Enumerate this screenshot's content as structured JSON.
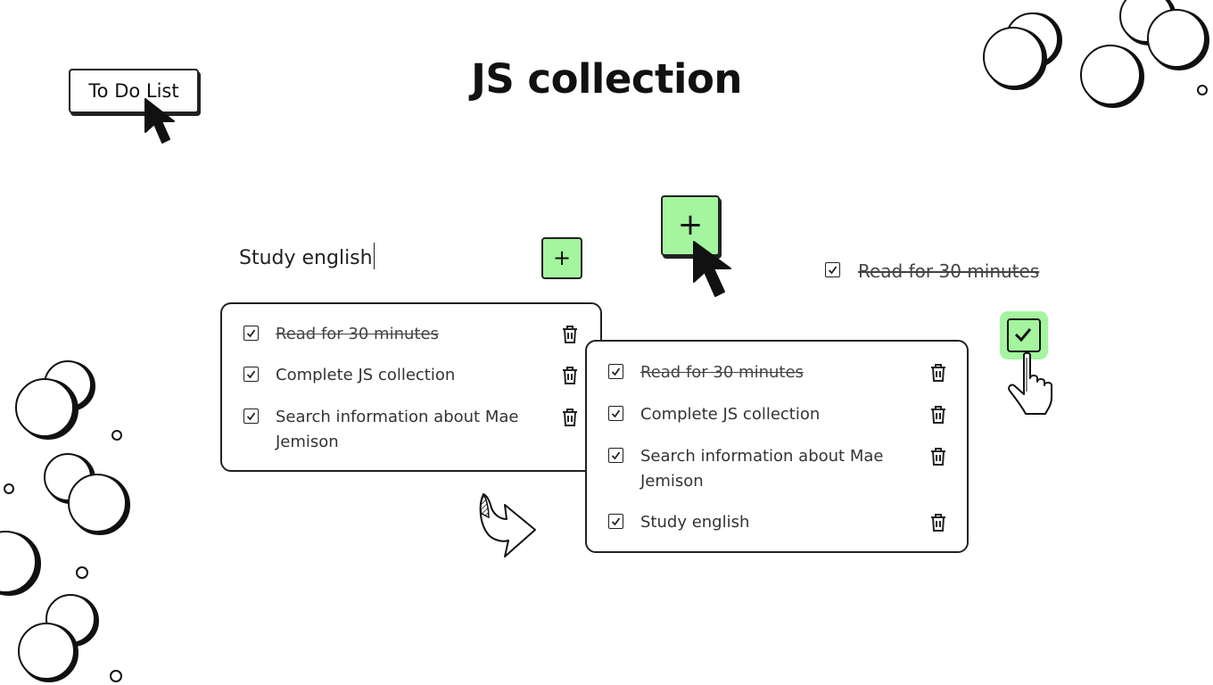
{
  "header": {
    "title": "JS collection",
    "tag_label": "To Do List"
  },
  "input": {
    "value": "Study english",
    "add_label": "+"
  },
  "big_add": {
    "label": "+"
  },
  "standalone_item": {
    "label": "Read for 30 minutes",
    "done": true
  },
  "list_before": {
    "items": [
      {
        "label": "Read for 30 minutes",
        "done": true
      },
      {
        "label": "Complete JS collection",
        "done": false
      },
      {
        "label": "Search information about Mae Jemison",
        "done": false
      }
    ]
  },
  "list_after": {
    "items": [
      {
        "label": "Read for 30 minutes",
        "done": true
      },
      {
        "label": "Complete JS collection",
        "done": false
      },
      {
        "label": "Search information about Mae Jemison",
        "done": false
      },
      {
        "label": "Study english",
        "done": false
      }
    ]
  },
  "colors": {
    "accent": "#a4f59e",
    "ink": "#222222",
    "background": "#ffffff"
  },
  "icons": [
    "cursor-arrow-icon",
    "hand-pointer-icon",
    "trash-icon",
    "checkbox-icon",
    "curved-arrow-icon"
  ]
}
